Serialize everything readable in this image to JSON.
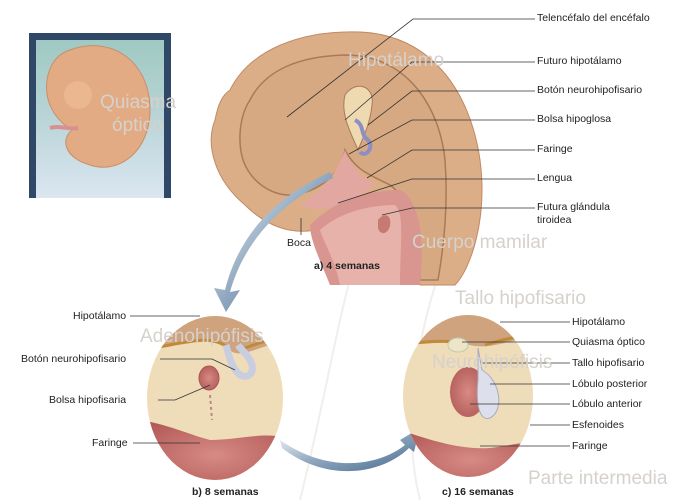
{
  "watermark_labels": [
    "Hipotálamo",
    "Quiasma",
    "óptico",
    "Cuerpo mamilar",
    "Tallo hipofisario",
    "Adenohipófisis",
    "Neurohipófisis",
    "Parte intermedia"
  ],
  "panel_a": {
    "caption": "a) 4 semanas",
    "labels": [
      "Telencéfalo del encéfalo",
      "Futuro hipotálamo",
      "Botón neurohipofisario",
      "Bolsa hipoglosa",
      "Faringe",
      "Lengua",
      "Futura glándula",
      "tiroidea"
    ],
    "boca": "Boca"
  },
  "panel_b": {
    "caption": "b) 8 semanas",
    "labels": [
      "Hipotálamo",
      "Botón neurohipofisario",
      "Bolsa hipofisaria",
      "Faringe"
    ]
  },
  "panel_c": {
    "caption": "c) 16 semanas",
    "labels": [
      "Hipotálamo",
      "Quiasma óptico",
      "Tallo hipofisario",
      "Lóbulo posterior",
      "Lóbulo anterior",
      "Esfenoides",
      "Faringe"
    ]
  },
  "colors": {
    "tissue": "#d9b48f",
    "bone": "#efdcb8",
    "pink": "#c9726e",
    "neuro": "#c8cde0",
    "arrow": "#4e6f8f"
  }
}
